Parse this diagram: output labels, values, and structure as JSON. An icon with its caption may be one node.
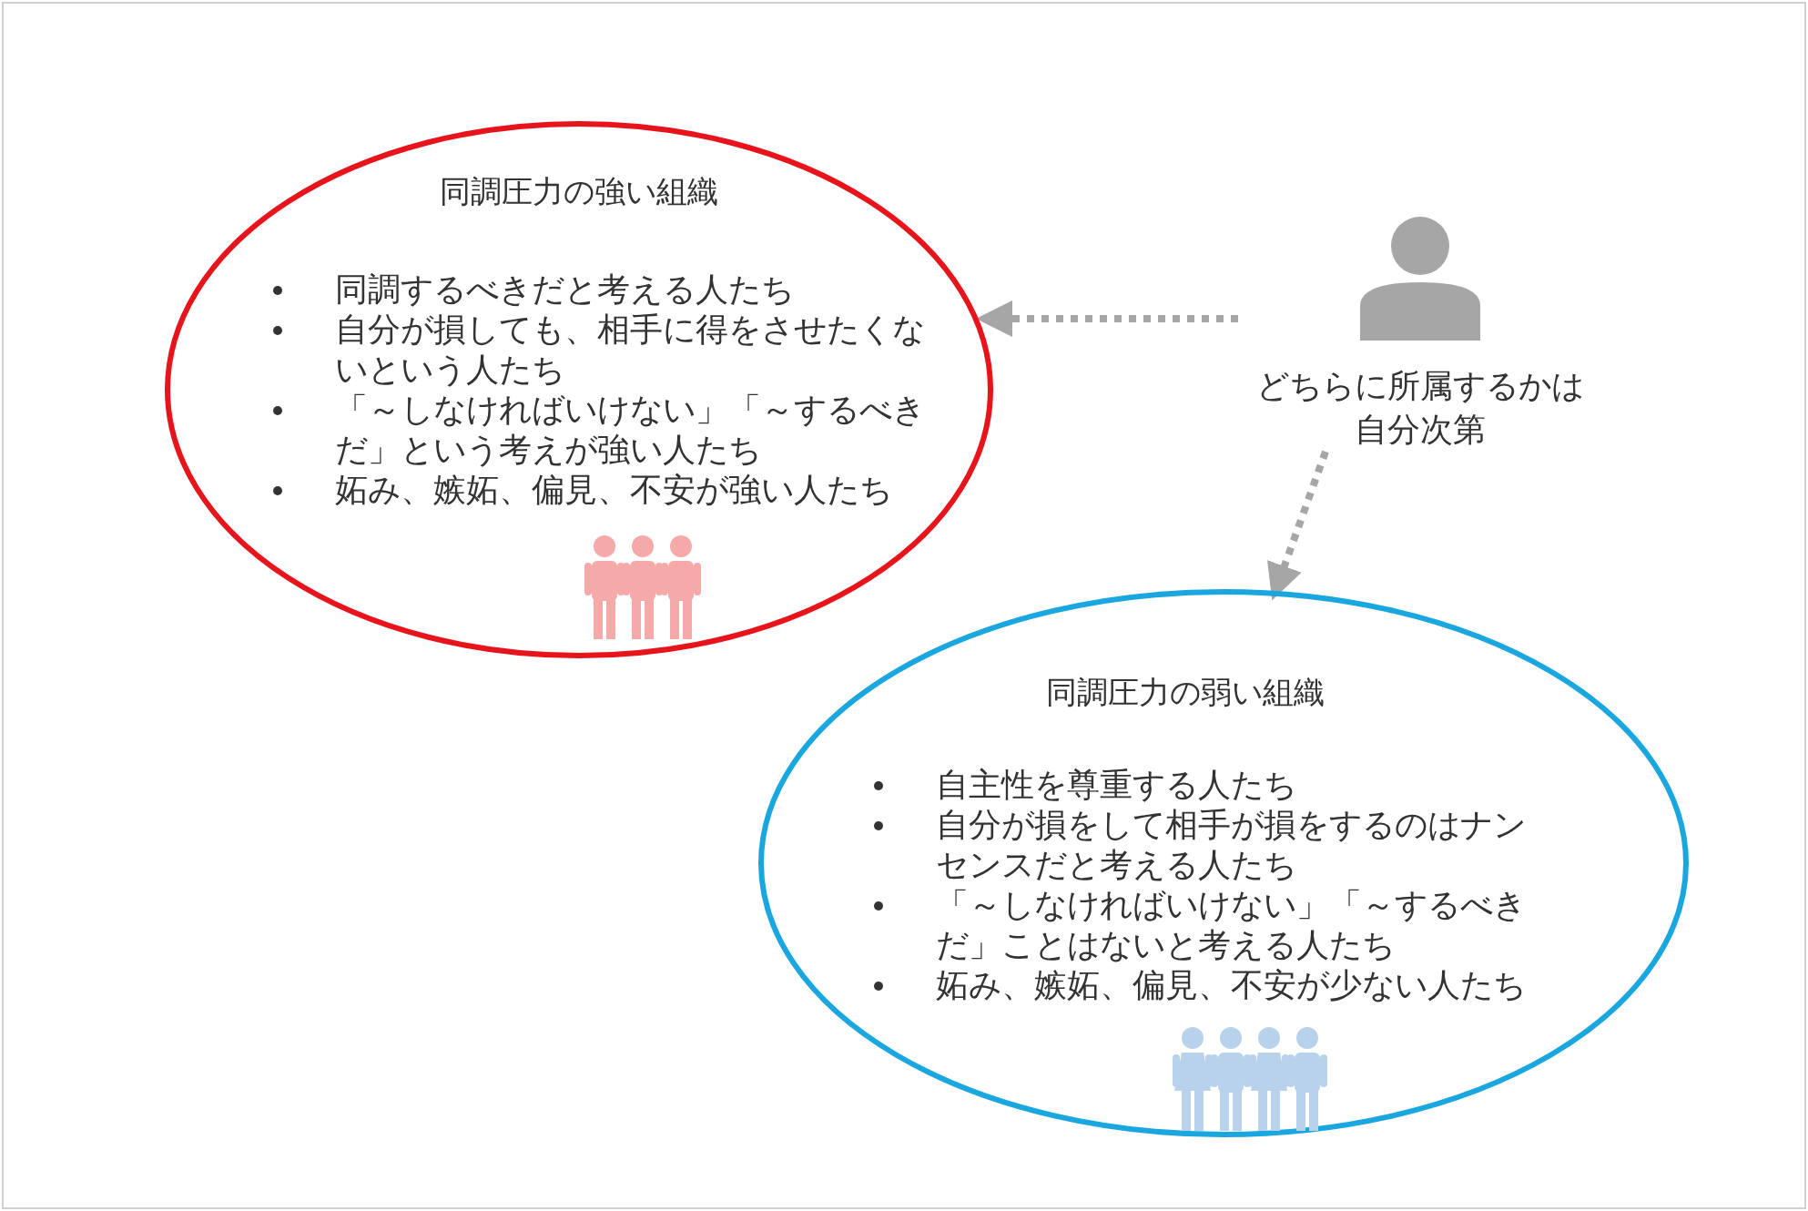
{
  "diagram": {
    "nodes": [
      {
        "text": [
          "同調圧力の強い組織",
          "同調するべきだと考える人たち",
          "自分が損しても、相手に得をさせたくないという人たち",
          "「～しなければいけない」「～するべきだ」という考えが強い人たち",
          "妬み、嫉妬、偏見、不安が強い人たち"
        ]
      },
      {
        "text": [
          "同調圧力の弱い組織",
          "自主性を尊重する人たち",
          "自分が損をして相手が損をするのはナンセンスだと考える人たち",
          "「～しなければいけない」「～するべきだ」ことはないと考える人たち",
          "妬み、嫉妬、偏見、不安が少ない人たち"
        ]
      },
      {
        "text": [
          "どちらに所属するかは自分次第"
        ]
      }
    ],
    "edges": [
      {
        "from": 2,
        "to": 0,
        "arrow": "to",
        "style": "dashed"
      },
      {
        "from": 2,
        "to": 1,
        "arrow": "to",
        "style": "dashed"
      }
    ]
  }
}
